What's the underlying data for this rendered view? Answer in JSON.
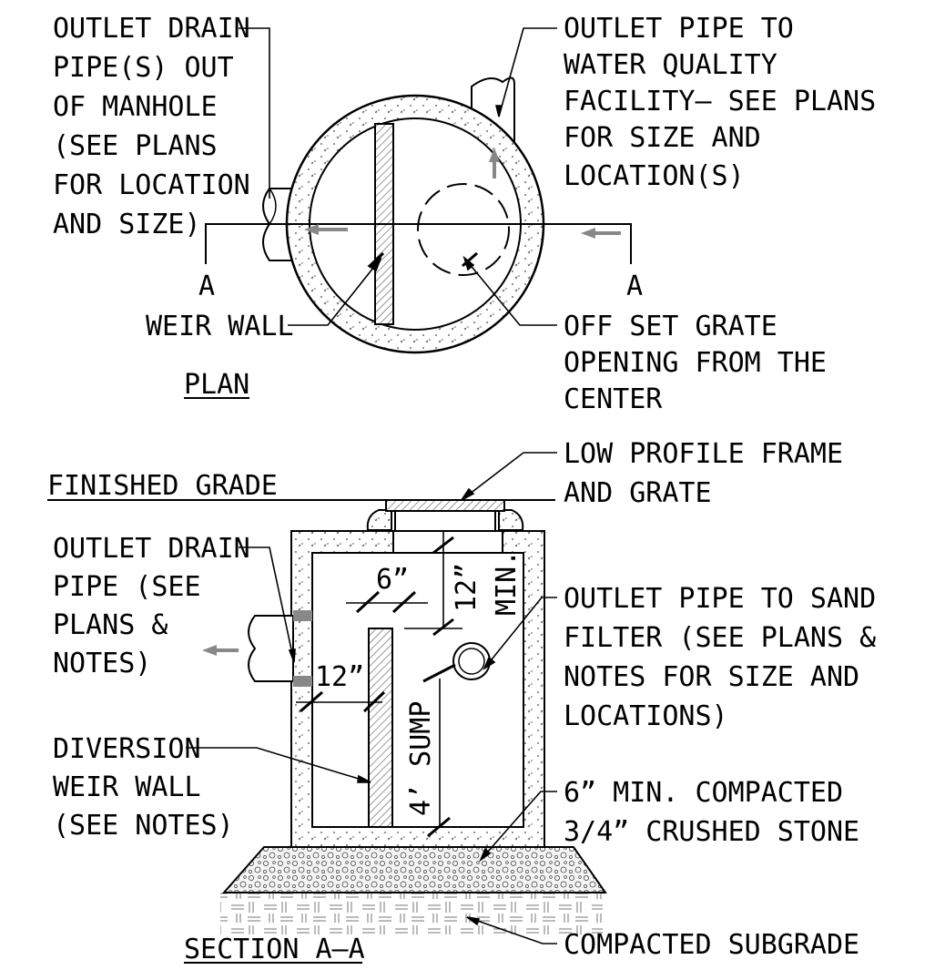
{
  "plan": {
    "title": "PLAN",
    "labels": {
      "outlet_drain": [
        "OUTLET DRAIN",
        "PIPE(S) OUT",
        "OF MANHOLE",
        "(SEE PLANS",
        "FOR LOCATION",
        "AND SIZE)"
      ],
      "outlet_pipe_wq": [
        "OUTLET PIPE TO",
        "WATER QUALITY",
        "FACILITY— SEE PLANS",
        "FOR SIZE AND",
        "LOCATION(S)"
      ],
      "weir_wall": "WEIR WALL",
      "offset_grate": [
        "OFF SET GRATE",
        "OPENING FROM THE",
        "CENTER"
      ],
      "section_marker_left": "A",
      "section_marker_right": "A"
    }
  },
  "section": {
    "title": "SECTION A—A",
    "labels": {
      "finished_grade": "FINISHED GRADE",
      "frame_grate": [
        "LOW PROFILE FRAME",
        "AND GRATE"
      ],
      "outlet_drain": [
        "OUTLET DRAIN",
        "PIPE (SEE",
        "PLANS &",
        "NOTES)"
      ],
      "outlet_sand": [
        "OUTLET PIPE TO SAND",
        "FILTER (SEE PLANS &",
        "NOTES FOR SIZE AND",
        "LOCATIONS)"
      ],
      "diversion_weir": [
        "DIVERSION",
        "WEIR WALL",
        "(SEE NOTES)"
      ],
      "stone": [
        "6” MIN. COMPACTED",
        "3/4” CRUSHED STONE"
      ],
      "subgrade": "COMPACTED SUBGRADE"
    },
    "dimensions": {
      "top_gap": "6”",
      "top_min_value": "12”",
      "top_min_suffix": "MIN.",
      "side_clear": "12”",
      "sump": "4’ SUMP"
    }
  }
}
